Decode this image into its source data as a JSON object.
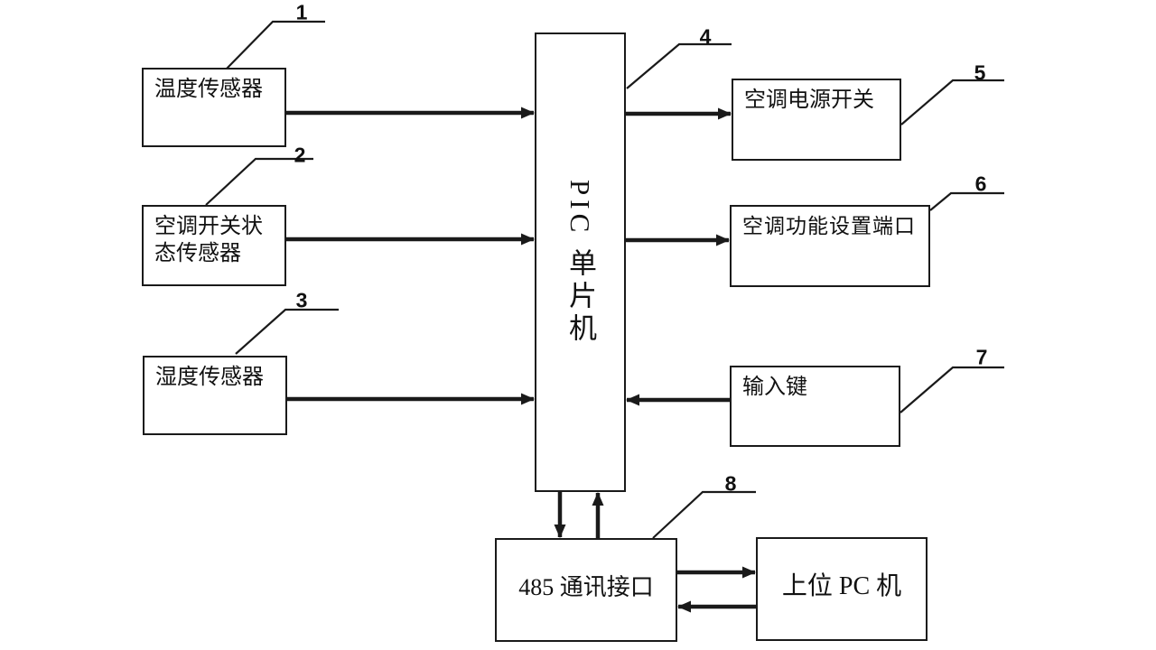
{
  "diagram": {
    "type": "block-diagram",
    "description": "PIC microcontroller air-conditioner control system block diagram",
    "nodes": {
      "temperature_sensor": {
        "ref": "1",
        "label": "温度传感器"
      },
      "ac_switch_status_sensor": {
        "ref": "2",
        "line1": "空调开关状",
        "line2": "态传感器"
      },
      "humidity_sensor": {
        "ref": "3",
        "label": "湿度传感器"
      },
      "pic_mcu": {
        "ref": "4",
        "label": "PIC 单片机"
      },
      "ac_power_switch": {
        "ref": "5",
        "label": "空调电源开关"
      },
      "ac_function_port": {
        "ref": "6",
        "label": "空调功能设置端口"
      },
      "input_key": {
        "ref": "7",
        "label": "输入键"
      },
      "comm_485": {
        "ref": "8",
        "label": "485 通讯接口"
      },
      "host_pc": {
        "label": "上位 PC 机"
      }
    },
    "connections": [
      {
        "from": "温度传感器",
        "to": "PIC 单片机",
        "direction": "one-way"
      },
      {
        "from": "空调开关状态传感器",
        "to": "PIC 单片机",
        "direction": "one-way"
      },
      {
        "from": "湿度传感器",
        "to": "PIC 单片机",
        "direction": "one-way"
      },
      {
        "from": "PIC 单片机",
        "to": "空调电源开关",
        "direction": "one-way"
      },
      {
        "from": "PIC 单片机",
        "to": "空调功能设置端口",
        "direction": "one-way"
      },
      {
        "from": "输入键",
        "to": "PIC 单片机",
        "direction": "one-way"
      },
      {
        "from": "PIC 单片机",
        "to": "485 通讯接口",
        "direction": "two-way"
      },
      {
        "from": "485 通讯接口",
        "to": "上位 PC 机",
        "direction": "two-way"
      }
    ],
    "colors": {
      "line": "#1a1a1a",
      "background": "#ffffff"
    }
  }
}
